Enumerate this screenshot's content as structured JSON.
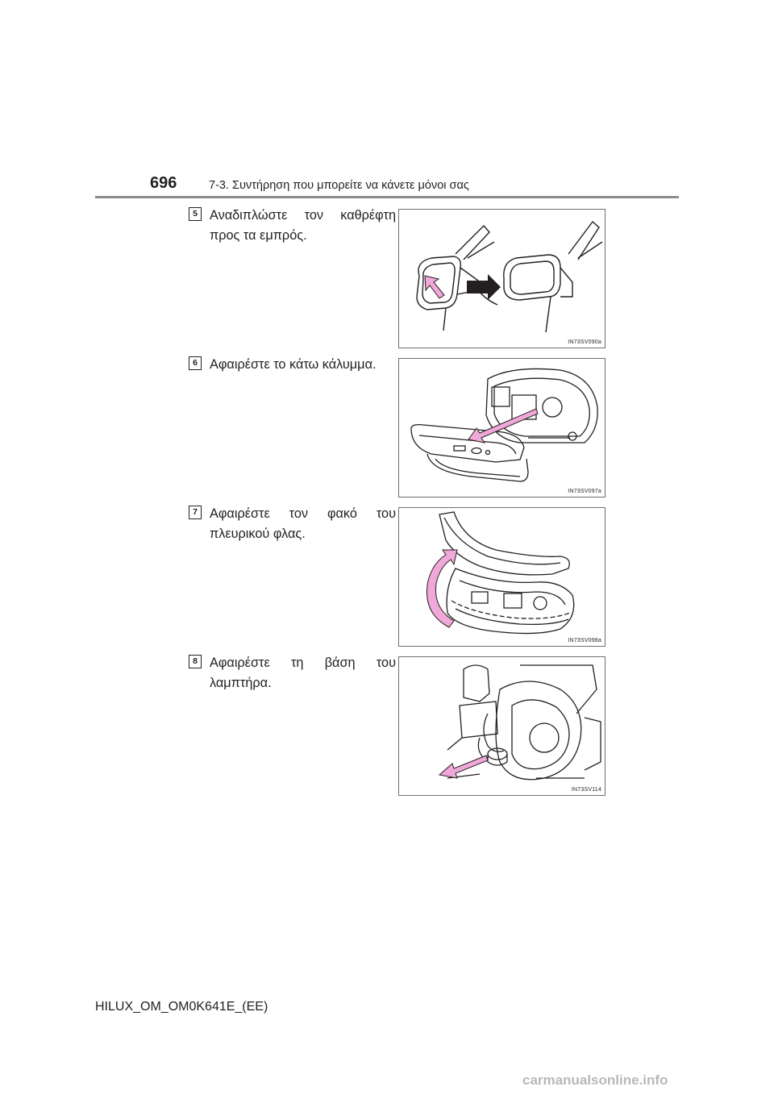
{
  "header": {
    "page_number": "696",
    "section_title": "7-3. Συντήρηση που μπορείτε να κάνετε μόνοι σας"
  },
  "steps": [
    {
      "number": "5",
      "text": "Αναδιπλώστε τον καθρέφτη προς τα εμπρός.",
      "figure_code": "IN73SV090a"
    },
    {
      "number": "6",
      "text": "Αφαιρέστε το κάτω κάλυμμα.",
      "figure_code": "IN73SV097a"
    },
    {
      "number": "7",
      "text": "Αφαιρέστε τον φακό του πλευρικού φλας.",
      "figure_code": "IN73SV098a"
    },
    {
      "number": "8",
      "text": "Αφαιρέστε τη βάση του λαμπτήρα.",
      "figure_code": "IN73SV114"
    }
  ],
  "footer": {
    "doc_id": "HILUX_OM_OM0K641E_(EE)",
    "watermark": "carmanualsonline.info"
  },
  "colors": {
    "arrow_pink": "#f0a8d8",
    "arrow_black": "#231f20",
    "rule": "#8c8c8c"
  }
}
